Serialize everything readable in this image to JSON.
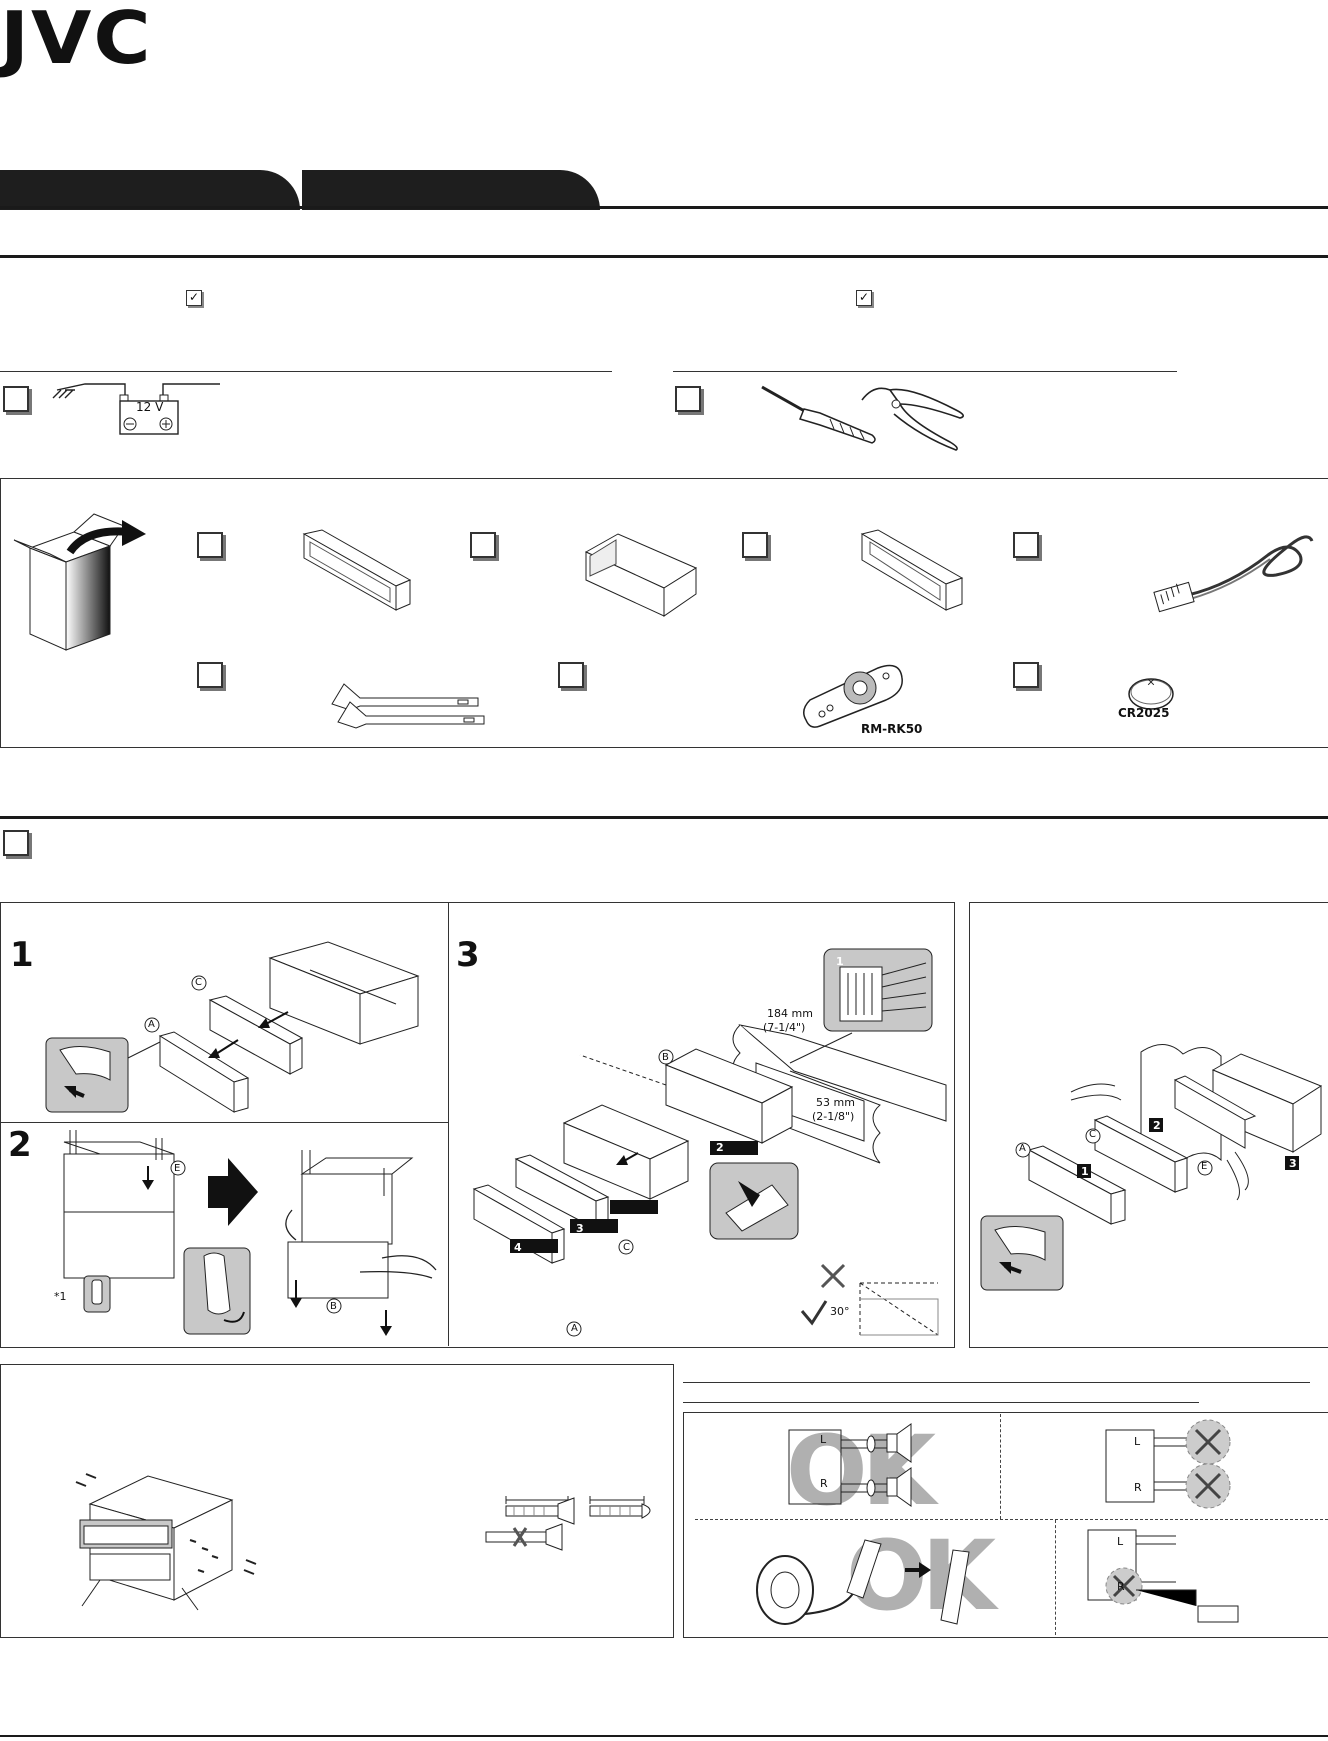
{
  "brand": {
    "logo_text": "JVC"
  },
  "battery": {
    "voltage": "12 V"
  },
  "accessories": {
    "remote_model": "RM-RK50",
    "battery_model": "CR2025"
  },
  "diagram_labels": {
    "step1": "1",
    "step2": "2",
    "step3": "3",
    "part_a": "A",
    "part_b": "B",
    "part_c": "C",
    "part_e": "E",
    "footnote_mark": "*1",
    "sub1": "1",
    "sub2": "2",
    "sub3": "3",
    "sub4": "4",
    "dim_width": "184 mm",
    "dim_width_in": "(7-1/4\")",
    "dim_height": "53 mm",
    "dim_height_in": "(2-1/8\")",
    "angle": "30°",
    "ok": "OK",
    "left": "L",
    "right": "R"
  },
  "colors": {
    "ink": "#1a1a1a",
    "panel_gray": "#c8c8c8",
    "ok_gray": "#b0b0b0"
  }
}
